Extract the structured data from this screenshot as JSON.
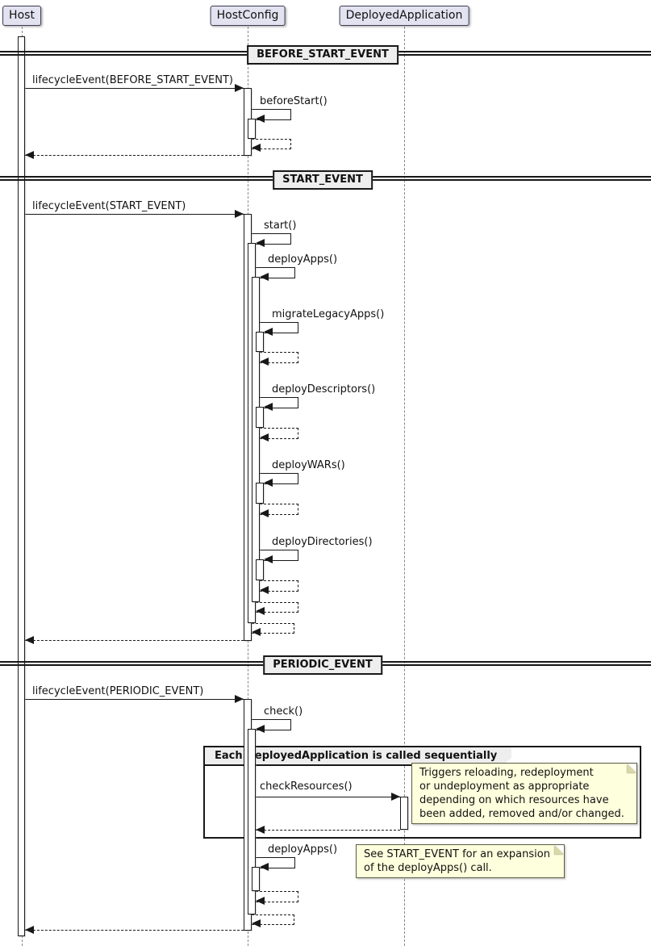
{
  "colors": {
    "background": "#FFFFFF",
    "participant_fill": "#E2E2F0",
    "participant_border": "#3C3C50",
    "divider_fill": "#EEEEEE",
    "group_header_fill": "#EEEEEE",
    "note_fill": "#FEFFDD",
    "line": "#181818",
    "lifeline": "#888888"
  },
  "participants": [
    {
      "label": "Host"
    },
    {
      "label": "HostConfig"
    },
    {
      "label": "DeployedApplication"
    }
  ],
  "dividers": [
    {
      "label": "BEFORE_START_EVENT"
    },
    {
      "label": "START_EVENT"
    },
    {
      "label": "PERIODIC_EVENT"
    }
  ],
  "messages": {
    "m1": "lifecycleEvent(BEFORE_START_EVENT)",
    "m2": "beforeStart()",
    "m3": "lifecycleEvent(START_EVENT)",
    "m4": "start()",
    "m5": "deployApps()",
    "m6": "migrateLegacyApps()",
    "m7": "deployDescriptors()",
    "m8": "deployWARs()",
    "m9": "deployDirectories()",
    "m10": "lifecycleEvent(PERIODIC_EVENT)",
    "m11": "check()",
    "m12": "checkResources()",
    "m13": "deployApps()"
  },
  "group": {
    "label": "Each DeployedApplication is called sequentially"
  },
  "notes": {
    "resources": "Triggers reloading, redeployment\nor undeployment as appropriate\ndepending on which resources have\nbeen added, removed and/or changed.",
    "see_start": "See START_EVENT for an expansion\nof the deployApps() call."
  }
}
